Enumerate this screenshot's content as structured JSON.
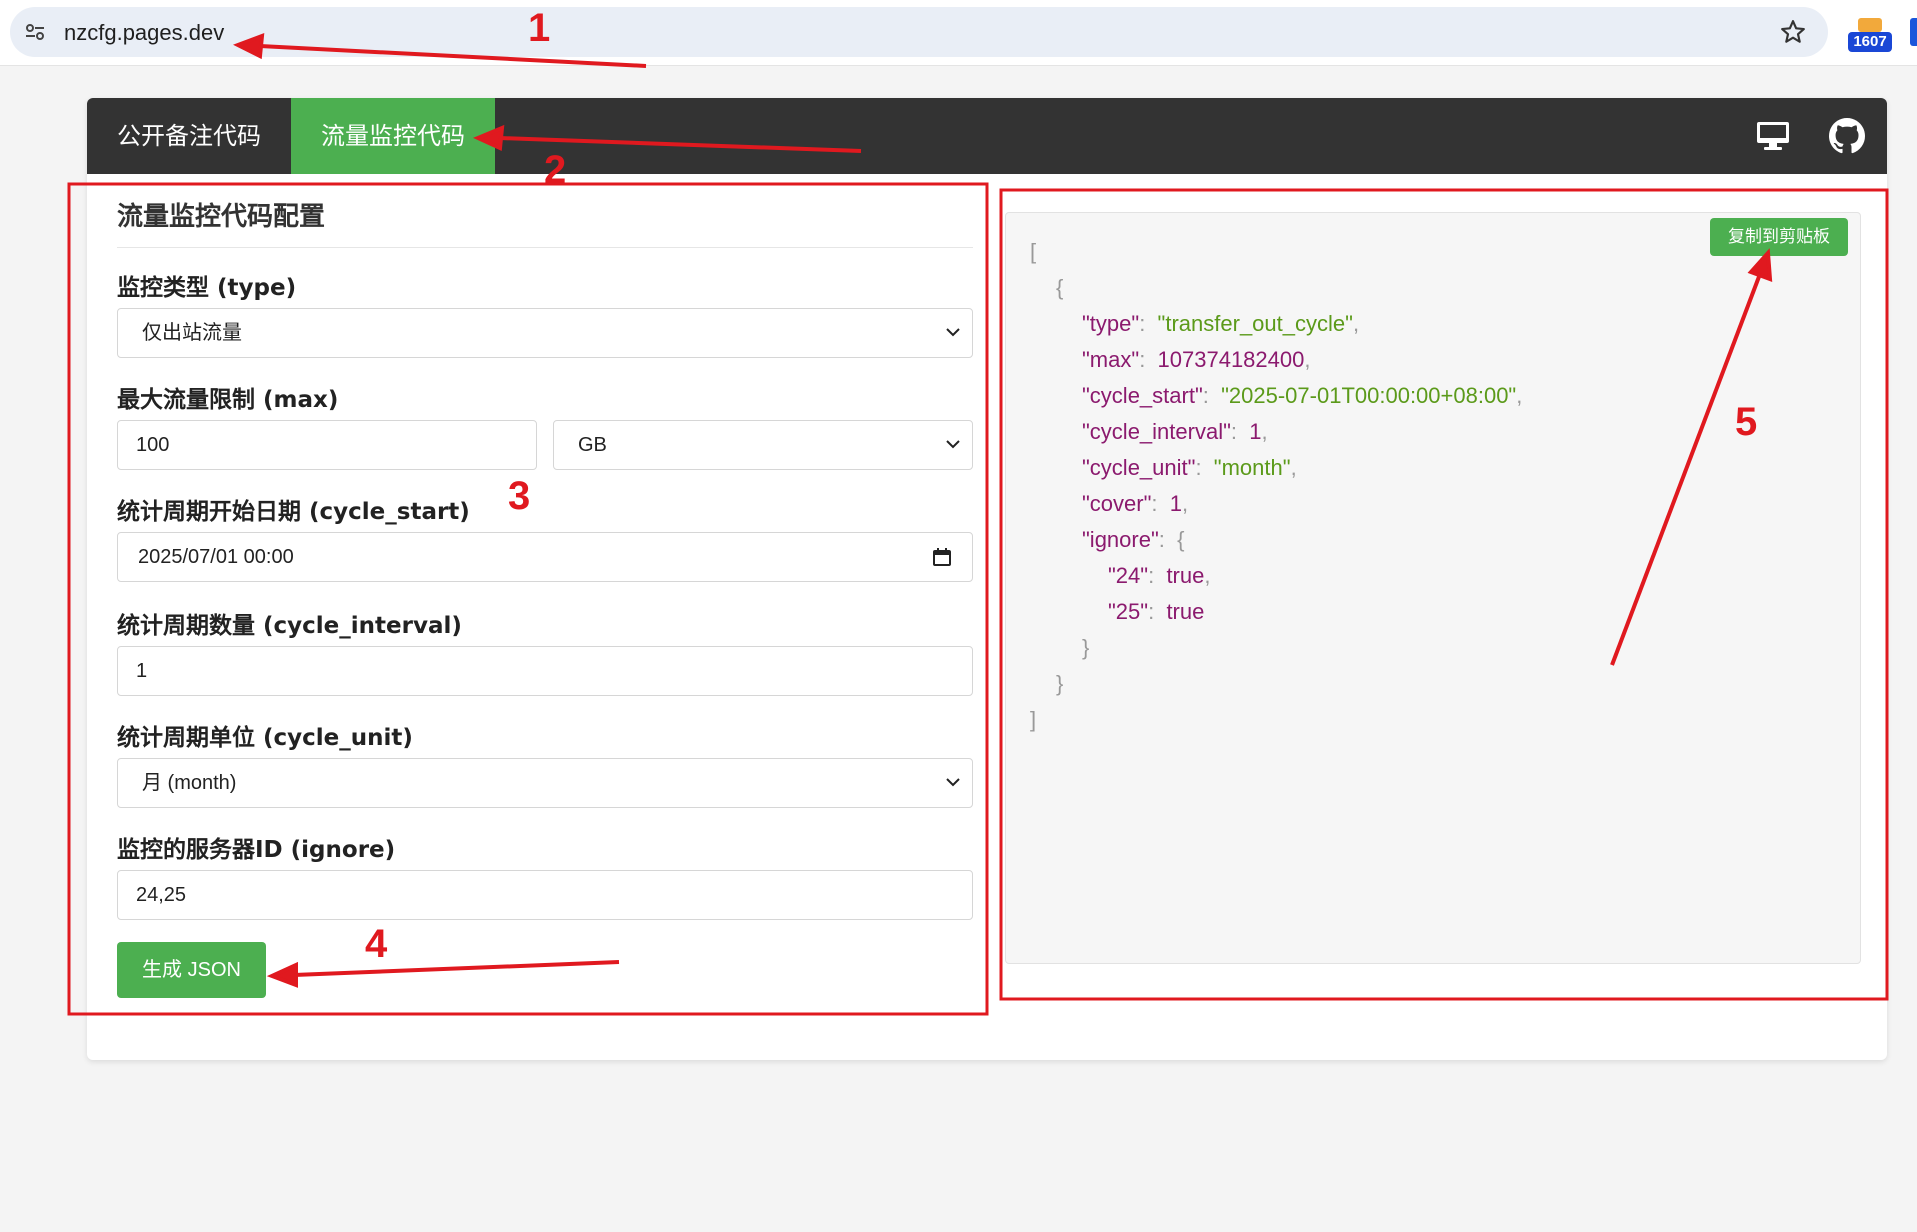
{
  "browser": {
    "url": "nzcfg.pages.dev",
    "extension_badge": "1607"
  },
  "nav": {
    "tabs": [
      {
        "label": "公开备注代码",
        "active": false
      },
      {
        "label": "流量监控代码",
        "active": true
      }
    ],
    "icons": [
      "monitor-icon",
      "github-icon"
    ],
    "active_color": "#4caf50",
    "bar_color": "#333333"
  },
  "form": {
    "title": "流量监控代码配置",
    "type": {
      "label": "监控类型 (type)",
      "value": "仅出站流量"
    },
    "max": {
      "label": "最大流量限制 (max)",
      "value": "100",
      "unit": "GB"
    },
    "cycle_start": {
      "label": "统计周期开始日期 (cycle_start)",
      "value": "2025/07/01  00:00"
    },
    "cycle_interval": {
      "label": "统计周期数量 (cycle_interval)",
      "value": "1"
    },
    "cycle_unit": {
      "label": "统计周期单位 (cycle_unit)",
      "value": "月 (month)"
    },
    "ignore": {
      "label": "监控的服务器ID (ignore)",
      "value": "24,25"
    },
    "generate_button": "生成 JSON"
  },
  "output": {
    "copy_button": "复制到剪贴板",
    "lines": [
      {
        "indent": 0,
        "parts": [
          [
            "p",
            "["
          ]
        ]
      },
      {
        "indent": 1,
        "parts": [
          [
            "p",
            "{"
          ]
        ]
      },
      {
        "indent": 2,
        "parts": [
          [
            "k",
            "\"type\""
          ],
          [
            "p",
            ":  "
          ],
          [
            "s",
            "\"transfer_out_cycle\""
          ],
          [
            "p",
            ","
          ]
        ]
      },
      {
        "indent": 2,
        "parts": [
          [
            "k",
            "\"max\""
          ],
          [
            "p",
            ":  "
          ],
          [
            "n",
            "107374182400"
          ],
          [
            "p",
            ","
          ]
        ]
      },
      {
        "indent": 2,
        "parts": [
          [
            "k",
            "\"cycle_start\""
          ],
          [
            "p",
            ":  "
          ],
          [
            "s",
            "\"2025-07-01T00:00:00+08:00\""
          ],
          [
            "p",
            ","
          ]
        ]
      },
      {
        "indent": 2,
        "parts": [
          [
            "k",
            "\"cycle_interval\""
          ],
          [
            "p",
            ":  "
          ],
          [
            "n",
            "1"
          ],
          [
            "p",
            ","
          ]
        ]
      },
      {
        "indent": 2,
        "parts": [
          [
            "k",
            "\"cycle_unit\""
          ],
          [
            "p",
            ":  "
          ],
          [
            "s",
            "\"month\""
          ],
          [
            "p",
            ","
          ]
        ]
      },
      {
        "indent": 2,
        "parts": [
          [
            "k",
            "\"cover\""
          ],
          [
            "p",
            ":  "
          ],
          [
            "n",
            "1"
          ],
          [
            "p",
            ","
          ]
        ]
      },
      {
        "indent": 2,
        "parts": [
          [
            "k",
            "\"ignore\""
          ],
          [
            "p",
            ":  {"
          ]
        ]
      },
      {
        "indent": 3,
        "parts": [
          [
            "k",
            "\"24\""
          ],
          [
            "p",
            ":  "
          ],
          [
            "b",
            "true"
          ],
          [
            "p",
            ","
          ]
        ]
      },
      {
        "indent": 3,
        "parts": [
          [
            "k",
            "\"25\""
          ],
          [
            "p",
            ":  "
          ],
          [
            "b",
            "true"
          ]
        ]
      },
      {
        "indent": 2,
        "parts": [
          [
            "p",
            "}"
          ]
        ]
      },
      {
        "indent": 1,
        "parts": [
          [
            "p",
            "}"
          ]
        ]
      },
      {
        "indent": 0,
        "parts": [
          [
            "p",
            "]"
          ]
        ]
      }
    ]
  },
  "annotations": {
    "color": "#e0191f",
    "labels": [
      "1",
      "2",
      "3",
      "4",
      "5"
    ]
  }
}
